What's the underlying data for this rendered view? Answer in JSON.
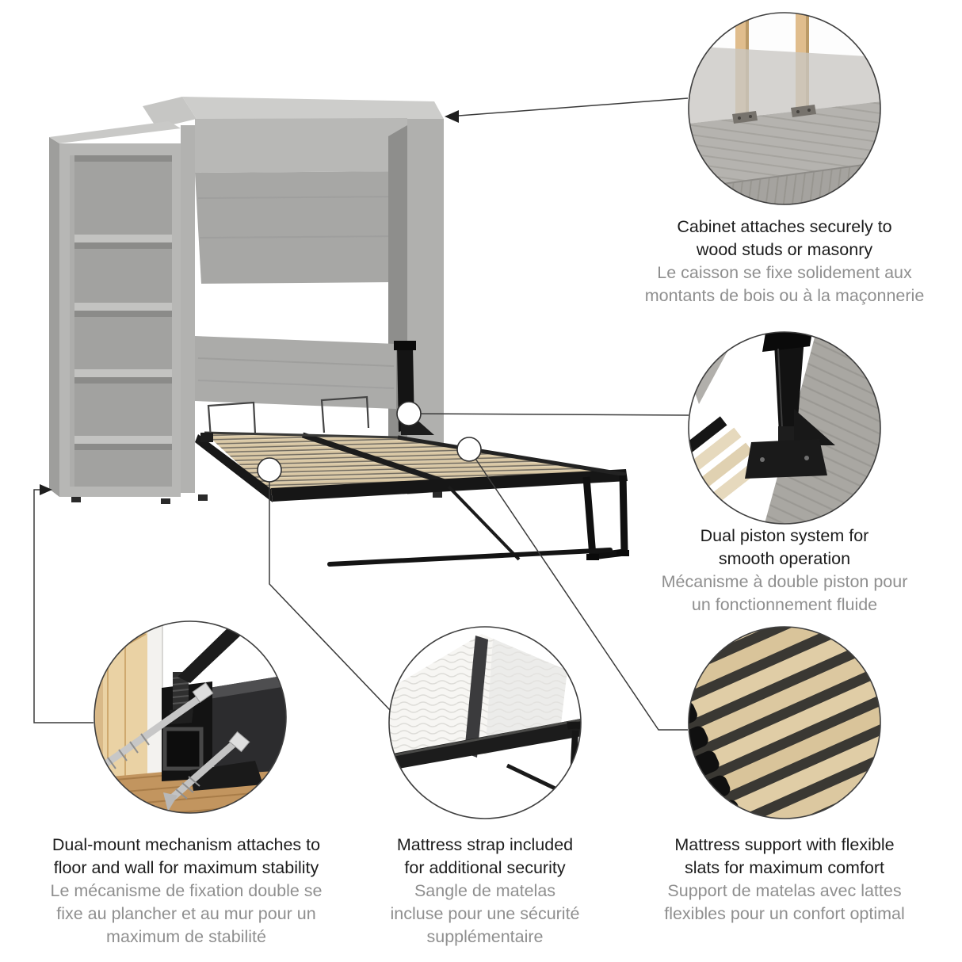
{
  "callouts": {
    "cabinet_mount": {
      "en": "Cabinet attaches securely to\nwood studs or masonry",
      "fr": "Le caisson se fixe solidement aux\nmontants de bois ou à la maçonnerie"
    },
    "dual_piston": {
      "en": "Dual piston system for\nsmooth operation",
      "fr": "Mécanisme à double piston pour\nun fonctionnement fluide"
    },
    "dual_mount": {
      "en": "Dual-mount mechanism attaches to\nfloor and wall for maximum stability",
      "fr": "Le mécanisme de fixation double se\nfixe au plancher et au mur pour un\nmaximum de stabilité"
    },
    "mattress_strap": {
      "en": "Mattress strap included\nfor additional security",
      "fr": "Sangle de matelas\nincluse pour une sécurité\nsupplémentaire"
    },
    "flexible_slats": {
      "en": "Mattress support with flexible\nslats for maximum comfort",
      "fr": "Support de matelas avec lattes\nflexibles pour un confort optimal"
    }
  },
  "colors": {
    "wood_gray_face": "#b4b2ae",
    "wood_gray_top": "#cbcbc9",
    "slat_tan": "#d9c7a4",
    "frame_black": "#161616",
    "stud_tan": "#dcb986",
    "floor_brown": "#c2955f",
    "text_en": "#1c1c1c",
    "text_fr": "#8f8f8f",
    "connector_line": "#3a3a3a",
    "background": "#ffffff"
  }
}
